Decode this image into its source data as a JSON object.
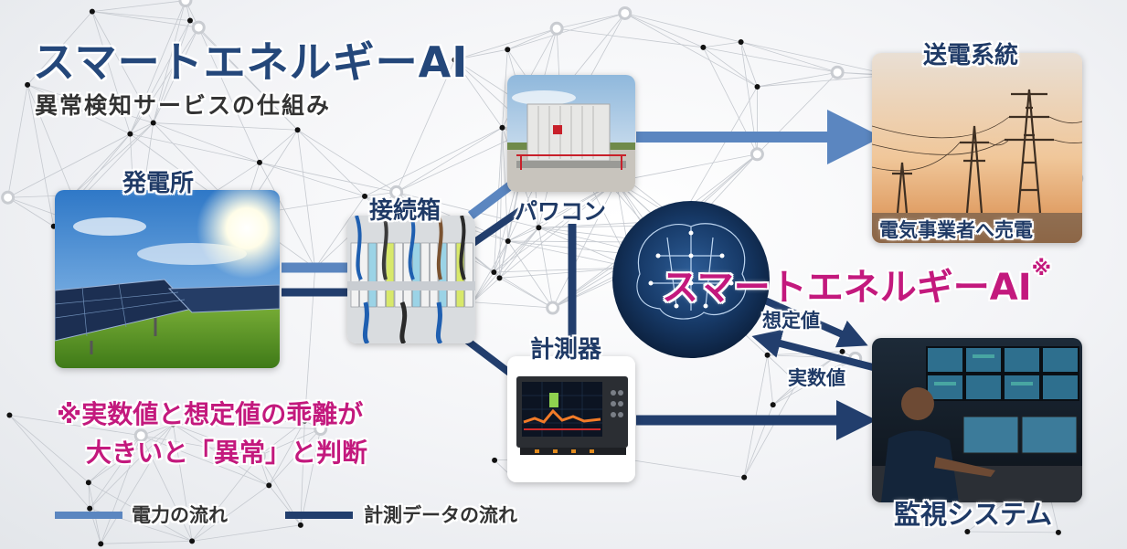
{
  "title": "スマートエネルギーAI",
  "subtitle": "異常検知サービスの仕組み",
  "nodes": {
    "power_plant": "発電所",
    "junction_box": "接続箱",
    "power_conditioner": "パワコン",
    "meter": "計測器",
    "grid": "送電系統",
    "grid_caption": "電気事業者へ売電",
    "monitoring": "監視システム",
    "ai": "スマートエネルギーAI",
    "ai_mark": "※"
  },
  "edge_labels": {
    "expected": "想定値",
    "actual": "実数値"
  },
  "note": {
    "line1": "※実数値と想定値の乖離が",
    "line2": "大きいと「異常」と判断"
  },
  "legend": {
    "power_flow": "電力の流れ",
    "data_flow": "計測データの流れ"
  },
  "colors": {
    "title": "#24477a",
    "power_line": "#5b86c0",
    "data_line": "#223e6d",
    "accent": "#c3197d",
    "text_dark": "#2a2a2a"
  }
}
